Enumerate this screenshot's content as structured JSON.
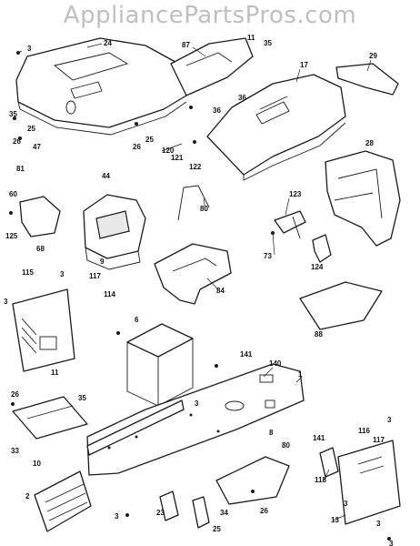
{
  "watermark": "AppliancePartsPros.com",
  "callouts": [
    "3",
    "24",
    "87",
    "11",
    "35",
    "17",
    "29",
    "36",
    "35",
    "26",
    "25",
    "26",
    "25",
    "47",
    "44",
    "81",
    "120",
    "121",
    "122",
    "36",
    "28",
    "80",
    "60",
    "123",
    "125",
    "68",
    "73",
    "124",
    "9",
    "84",
    "115",
    "117",
    "114",
    "3",
    "88",
    "3",
    "6",
    "141",
    "140",
    "1",
    "8",
    "11",
    "26",
    "35",
    "33",
    "10",
    "2",
    "3",
    "116",
    "117",
    "3",
    "118",
    "3",
    "23",
    "25",
    "34",
    "26",
    "80",
    "141",
    "3",
    "13",
    "3",
    "3"
  ]
}
